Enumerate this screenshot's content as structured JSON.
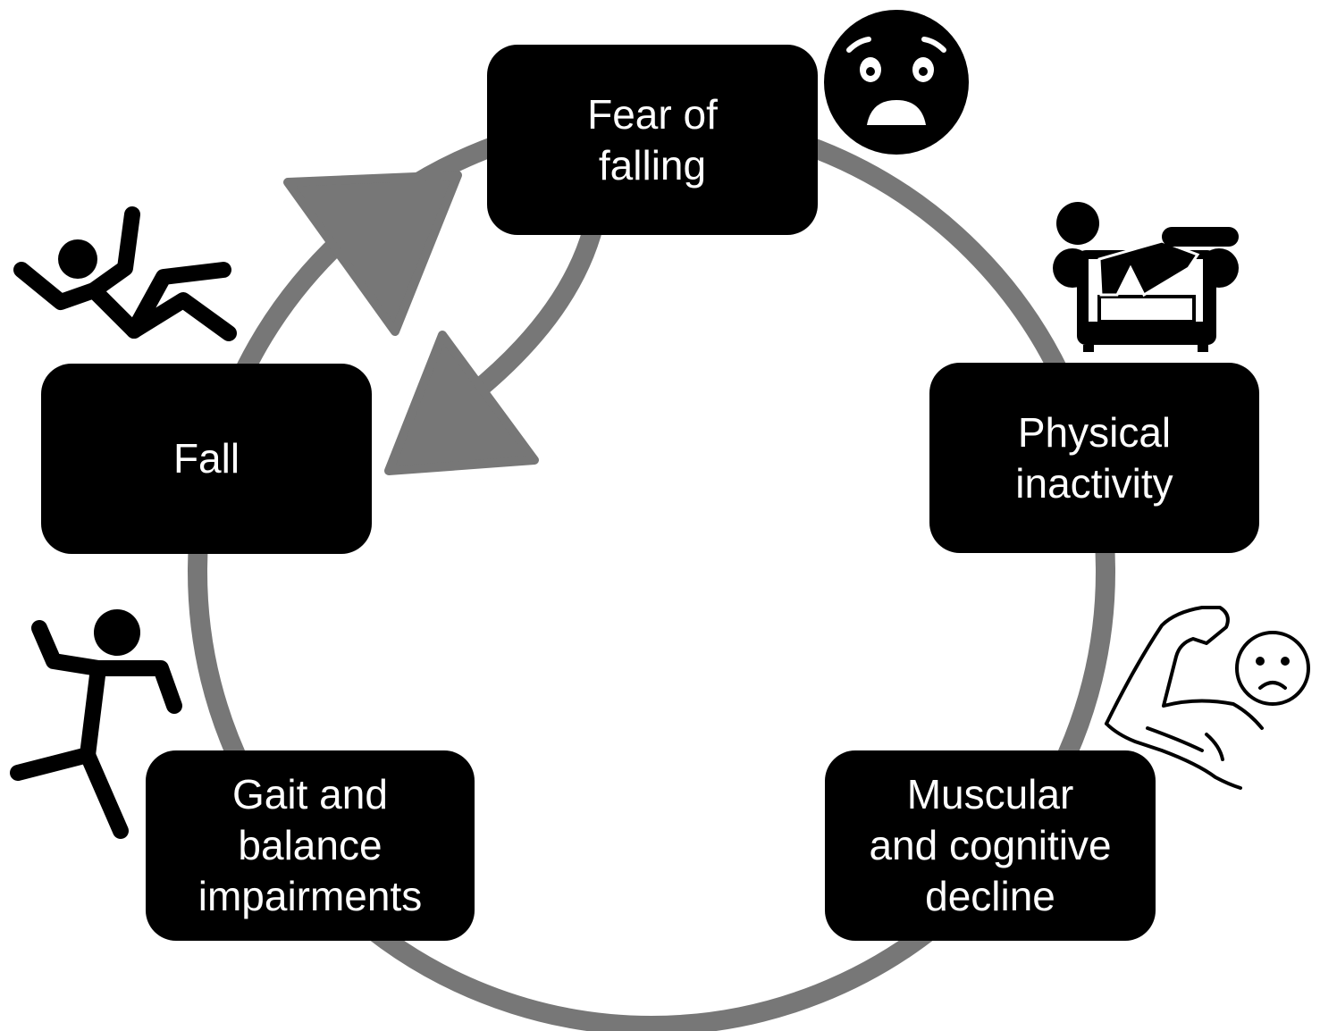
{
  "nodes": {
    "fear": "Fear of\nfalling",
    "physical": "Physical\ninactivity",
    "muscular": "Muscular\nand cognitive\ndecline",
    "gait": "Gait and\nbalance\nimpairments",
    "fall": "Fall"
  },
  "icons": {
    "fear": "worried-face-icon",
    "physical": "person-on-sofa-icon",
    "muscular": "weak-muscle-sad-face-icon",
    "gait": "stumbling-person-icon",
    "fall": "falling-person-icon"
  },
  "colors": {
    "cycle": "#777777",
    "node_fill": "#000000",
    "node_text": "#ffffff"
  }
}
